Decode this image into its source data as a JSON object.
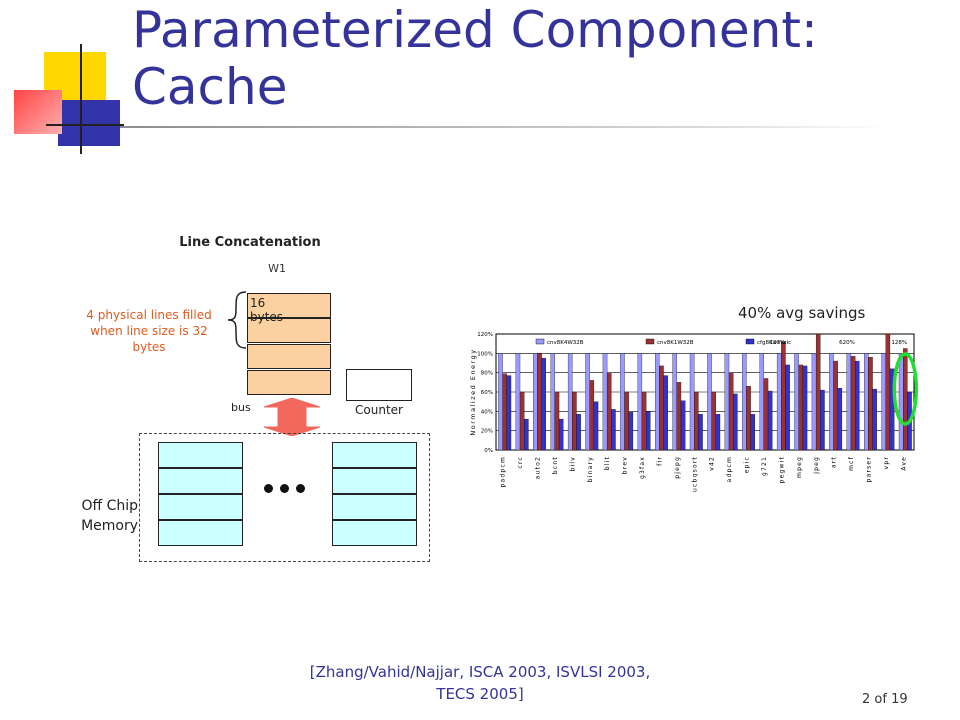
{
  "slide": {
    "title": "Parameterized Component: Cache",
    "page_number": "2 of 19",
    "citation": "[Zhang/Vahid/Najjar, ISCA 2003, ISVLSI 2003, TECS 2005]"
  },
  "diagram": {
    "title": "Line Concatenation",
    "word_label": "W1",
    "line_label": "16 bytes",
    "note": "4 physical lines filled when line size is 32 bytes",
    "counter_label": "Counter",
    "bus_label": "bus",
    "memory_label": "Off Chip Memory",
    "colors": {
      "cache_line": "#fbd1a2",
      "memory": "#ccffff",
      "arrow": "#f2685c",
      "note": "#e05a1e"
    }
  },
  "chart_annotation": "40% avg savings",
  "chart_data": {
    "type": "bar",
    "ylabel": "Normalized Energy",
    "ylim": [
      0,
      120
    ],
    "yticks": [
      "0%",
      "20%",
      "40%",
      "60%",
      "80%",
      "100%",
      "120%"
    ],
    "legend": [
      "cnv8K4W32B",
      "cnv8K1W32B",
      "cfg8Kwovsic"
    ],
    "legend_placement": "top",
    "grid": true,
    "categories": [
      "padpcm",
      "crc",
      "auto2",
      "bcnt",
      "bilv",
      "binary",
      "blit",
      "brev",
      "g3fax",
      "fir",
      "pjepg",
      "ucbqsort",
      "v42",
      "adpcm",
      "epic",
      "g721",
      "pegwit",
      "mpeg",
      "jpeg",
      "art",
      "mcf",
      "parser",
      "vpr",
      "Ave"
    ],
    "series": [
      {
        "name": "cnv8K4W32B",
        "color": "#9999ff",
        "values": [
          100,
          100,
          100,
          100,
          100,
          100,
          100,
          100,
          100,
          100,
          100,
          100,
          100,
          100,
          100,
          100,
          100,
          100,
          100,
          100,
          100,
          100,
          100,
          100
        ]
      },
      {
        "name": "cnv8K1W32B",
        "color": "#993333",
        "values": [
          79,
          60,
          100,
          60,
          60,
          72,
          80,
          60,
          60,
          87,
          70,
          60,
          60,
          80,
          66,
          74,
          112,
          88,
          122,
          92,
          97,
          96,
          120,
          105
        ]
      },
      {
        "name": "cfg8Kwovsic",
        "color": "#3333cc",
        "values": [
          77,
          32,
          95,
          32,
          37,
          50,
          42,
          39,
          40,
          77,
          51,
          37,
          37,
          58,
          37,
          61,
          88,
          87,
          62,
          64,
          92,
          63,
          84,
          60
        ]
      }
    ],
    "annotations": [
      "127%",
      "620%",
      "128%"
    ],
    "highlight": "Ave"
  }
}
